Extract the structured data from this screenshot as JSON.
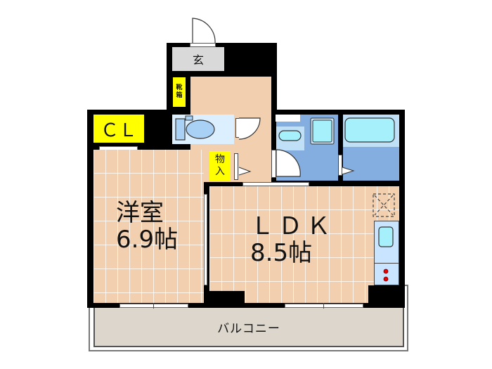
{
  "floorplan": {
    "rooms": {
      "genkan": {
        "label": "玄"
      },
      "shoe_box": {
        "label": "靴\n箱"
      },
      "closet": {
        "label": "ＣＬ"
      },
      "storage": {
        "label": "物\n入"
      },
      "western_room": {
        "name": "洋室",
        "size": "6.9帖"
      },
      "ldk": {
        "name": "ＬＤＫ",
        "size": "8.5帖"
      },
      "balcony": {
        "label": "バルコニー"
      }
    },
    "colors": {
      "floor": "#f2cfaf",
      "genkan": "#d9d9d9",
      "storage": "#ffff00",
      "toilet": "#dbefff",
      "bath": "#84aee0",
      "kitchen": "#c8e4ff",
      "balcony": "#ddd6cc",
      "wall": "#000000"
    }
  }
}
